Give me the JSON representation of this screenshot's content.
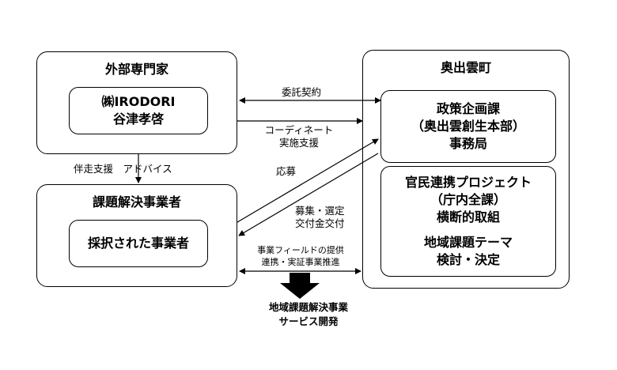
{
  "expert": {
    "title": "外部専門家",
    "company": "㈱IRODORI",
    "person": "谷津孝啓"
  },
  "town": {
    "title": "奥出雲町",
    "office": [
      "政策企画課",
      "（奥出雲創生本部）",
      "事務局"
    ],
    "project": [
      "官民連携プロジェクト",
      "（庁内全課）",
      "横断的取組"
    ],
    "theme": [
      "地域課題テーマ",
      "検討・決定"
    ]
  },
  "business": {
    "title": "課題解決事業者",
    "selected": "採択された事業者"
  },
  "arrows": {
    "contract": "委託契約",
    "coordinate": [
      "コーディネート",
      "実施支援"
    ],
    "support": "伴走支援　アドバイス",
    "apply": "応募",
    "recruit": [
      "募集・選定",
      "交付金交付"
    ],
    "field": [
      "事業フィールドの提供",
      "連携・実証事業推進"
    ]
  },
  "result": [
    "地域課題解決事業",
    "サービス開発"
  ]
}
